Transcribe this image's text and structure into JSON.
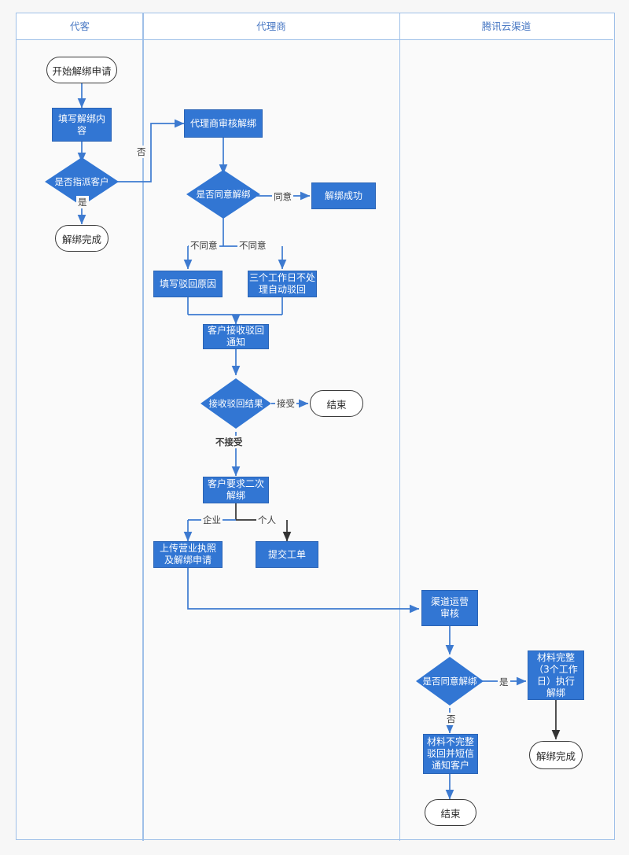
{
  "diagram": {
    "title_lanes": [
      "代客",
      "代理商",
      "腾讯云渠道"
    ],
    "colors": {
      "node_fill": "#3276d3",
      "node_text": "#ffffff",
      "lane_border": "#9fc0e8",
      "lane_title": "#4a79c4",
      "edge_blue": "#3d7ad0",
      "edge_dark": "#333333"
    },
    "lanes": [
      {
        "name": "代客",
        "label": "代客"
      },
      {
        "name": "代理商",
        "label": "代理商"
      },
      {
        "name": "腾讯云渠道",
        "label": "腾讯云渠道"
      }
    ],
    "nodes": {
      "start_unbind": {
        "label": "开始解绑申请",
        "shape": "terminator",
        "lane": "代客"
      },
      "fill_content": {
        "label": "填写解绑内容",
        "shape": "process",
        "lane": "代客"
      },
      "assign_customer": {
        "label": "是否指派客户",
        "shape": "decision",
        "lane": "代客"
      },
      "unbind_done_1": {
        "label": "解绑完成",
        "shape": "terminator",
        "lane": "代客"
      },
      "agent_review": {
        "label": "代理商审核解绑",
        "shape": "process",
        "lane": "代理商"
      },
      "agree_unbind": {
        "label": "是否同意解绑",
        "shape": "decision",
        "lane": "代理商"
      },
      "unbind_success": {
        "label": "解绑成功",
        "shape": "process",
        "lane": "代理商"
      },
      "fill_reject_reason": {
        "label": "填写驳回原因",
        "shape": "process",
        "lane": "代理商"
      },
      "auto_reject": {
        "label": "三个工作日不处理自动驳回",
        "shape": "process",
        "lane": "代理商"
      },
      "customer_receive": {
        "label": "客户接收驳回通知",
        "shape": "process",
        "lane": "代理商"
      },
      "receive_result": {
        "label": "接收驳回结果",
        "shape": "decision",
        "lane": "代理商"
      },
      "end_1": {
        "label": "结束",
        "shape": "terminator",
        "lane": "代理商"
      },
      "second_request": {
        "label": "客户要求二次解绑",
        "shape": "process",
        "lane": "代理商"
      },
      "upload_license": {
        "label": "上传营业执照及解绑申请",
        "shape": "process",
        "lane": "代理商"
      },
      "submit_ticket": {
        "label": "提交工单",
        "shape": "process",
        "lane": "代理商"
      },
      "channel_review": {
        "label": "渠道运营审核",
        "shape": "process",
        "lane": "腾讯云渠道"
      },
      "channel_agree": {
        "label": "是否同意解绑",
        "shape": "decision",
        "lane": "腾讯云渠道"
      },
      "material_ok": {
        "label": "材料完整（3个工作日）执行解绑",
        "shape": "process",
        "lane": "腾讯云渠道"
      },
      "material_bad": {
        "label": "材料不完整驳回并短信通知客户",
        "shape": "process",
        "lane": "腾讯云渠道"
      },
      "unbind_done_2": {
        "label": "解绑完成",
        "shape": "terminator",
        "lane": "腾讯云渠道"
      },
      "end_2": {
        "label": "结束",
        "shape": "terminator",
        "lane": "腾讯云渠道"
      }
    },
    "node_text_lines": {
      "start_unbind": [
        "开始解绑申请"
      ],
      "fill_content": [
        "填写解绑内",
        "容"
      ],
      "assign_customer": [
        "是否指派客户"
      ],
      "unbind_done_1": [
        "解绑完成"
      ],
      "agent_review": [
        "代理商审核解绑"
      ],
      "agree_unbind": [
        "是否同意解绑"
      ],
      "unbind_success": [
        "解绑成功"
      ],
      "fill_reject_reason": [
        "填写驳回原因"
      ],
      "auto_reject": [
        "三个工作日不处",
        "理自动驳回"
      ],
      "customer_receive": [
        "客户接收驳回",
        "通知"
      ],
      "receive_result": [
        "接收驳回结果"
      ],
      "end_1": [
        "结束"
      ],
      "second_request": [
        "客户要求二次",
        "解绑"
      ],
      "upload_license": [
        "上传营业执照",
        "及解绑申请"
      ],
      "submit_ticket": [
        "提交工单"
      ],
      "channel_review": [
        "渠道运营",
        "审核"
      ],
      "channel_agree": [
        "是否同意解绑"
      ],
      "material_ok": [
        "材料完整",
        "（3个工作",
        "日）执行",
        "解绑"
      ],
      "material_bad": [
        "材料不完整",
        "驳回并短信",
        "通知客户"
      ],
      "unbind_done_2": [
        "解绑完成"
      ],
      "end_2": [
        "结束"
      ]
    },
    "edge_labels": {
      "assign_no": "否",
      "assign_yes": "是",
      "agree_yes": "同意",
      "disagree_left": "不同意",
      "disagree_right": "不同意",
      "accept": "接受",
      "not_accept": "不接受",
      "enterprise": "企业",
      "personal": "个人",
      "channel_yes": "是",
      "channel_no": "否"
    }
  }
}
